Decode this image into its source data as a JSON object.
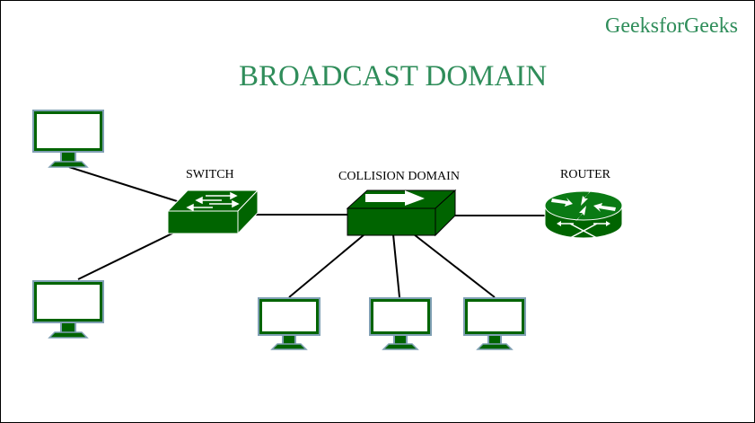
{
  "brand": "GeeksforGeeks",
  "title": "BROADCAST DOMAIN",
  "labels": {
    "switch": "SWITCH",
    "collision_domain": "COLLISION DOMAIN",
    "router": "ROUTER"
  },
  "colors": {
    "accent_text": "#2f8d5a",
    "device_green": "#006400",
    "monitor_border": "#7f9fb3"
  },
  "nodes": [
    {
      "id": "pc-top-left",
      "type": "computer"
    },
    {
      "id": "pc-bottom-left",
      "type": "computer"
    },
    {
      "id": "switch",
      "type": "switch"
    },
    {
      "id": "hub",
      "type": "hub"
    },
    {
      "id": "router",
      "type": "router"
    },
    {
      "id": "pc-bottom-1",
      "type": "computer"
    },
    {
      "id": "pc-bottom-2",
      "type": "computer"
    },
    {
      "id": "pc-bottom-3",
      "type": "computer"
    }
  ],
  "links": [
    [
      "pc-top-left",
      "switch"
    ],
    [
      "pc-bottom-left",
      "switch"
    ],
    [
      "switch",
      "hub"
    ],
    [
      "hub",
      "router"
    ],
    [
      "hub",
      "pc-bottom-1"
    ],
    [
      "hub",
      "pc-bottom-2"
    ],
    [
      "hub",
      "pc-bottom-3"
    ]
  ]
}
